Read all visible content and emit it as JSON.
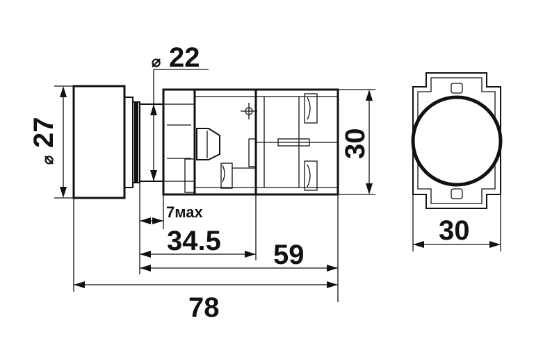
{
  "dimensions": {
    "diameter_small": "22",
    "diameter_large": "27",
    "height_right": "30",
    "width_bottom_right": "30",
    "seven_max": "7мах",
    "length_34_5": "34.5",
    "length_59": "59",
    "length_78": "78"
  },
  "symbols": {
    "diameter": "⌀"
  },
  "colors": {
    "ink": "#111111",
    "background": "#ffffff"
  }
}
